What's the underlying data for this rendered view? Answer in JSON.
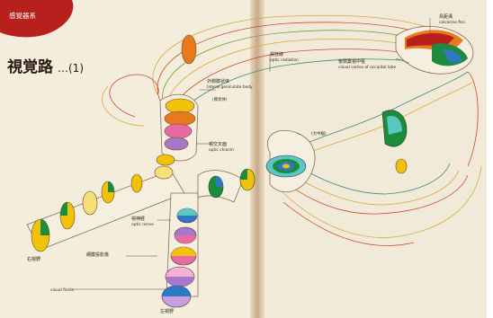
{
  "header": {
    "badge": "感覚器系",
    "title": "視覚路",
    "subtitle": "…(1)"
  },
  "labels": {
    "lgb_jp": "外側膝状体",
    "lgb_en": "lateral geniculate body",
    "lgb_sub": "(膝状体)",
    "chiasm_jp": "視交叉面",
    "chiasm_en": "optic chiasm",
    "radiation_jp": "視放線",
    "radiation_en": "optic radiation",
    "calcarine_jp": "鳥距溝",
    "calcarine_en": "calcarine fiss.",
    "cortex_jp": "後頭葉視中枢",
    "cortex_en": "visual cortex of occipital lobe",
    "midbrain_jp": "(大中脳)",
    "nerve_jp": "視神経",
    "nerve_en": "optic nerve",
    "retina_jp": "網膜投影像",
    "field_jp": "右視野",
    "left_field_jp": "左視野",
    "visual_fields": "visual fields"
  },
  "colors": {
    "page_left": "#f4eddc",
    "page_right": "#f2ead8",
    "badge_red": "#b8201d",
    "yellow": "#f2c20a",
    "green": "#1e8a3c",
    "blue": "#2f79c4",
    "pink": "#e76aa2",
    "purple": "#a878c8",
    "orange": "#e87a1e",
    "cyan": "#5bc7c4",
    "outline": "#c2452f"
  }
}
